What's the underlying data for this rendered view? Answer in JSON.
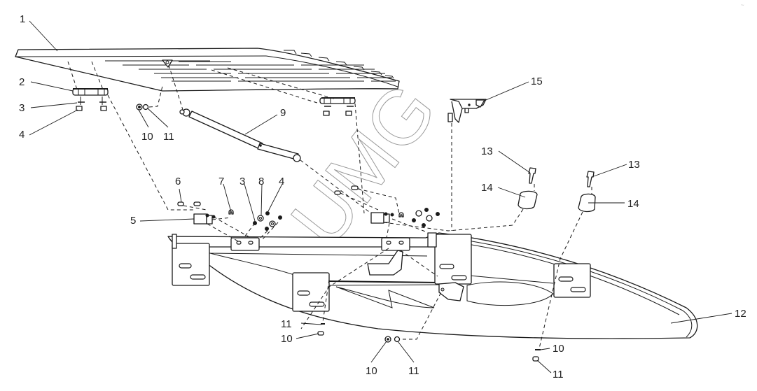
{
  "diagram": {
    "type": "exploded-parts-diagram",
    "subject": "roof hatch / sunroof assembly with gas strut and mounting hardware",
    "watermark": "UMG",
    "corner_mark": "~",
    "callouts": [
      {
        "id": "c1",
        "number": "1",
        "part": "roof-panel"
      },
      {
        "id": "c2",
        "number": "2",
        "part": "hinge-left"
      },
      {
        "id": "c3a",
        "number": "3",
        "part": "washer"
      },
      {
        "id": "c4a",
        "number": "4",
        "part": "nut"
      },
      {
        "id": "c10a",
        "number": "10",
        "part": "nut"
      },
      {
        "id": "c11a",
        "number": "11",
        "part": "washer"
      },
      {
        "id": "c9",
        "number": "9",
        "part": "gas-strut"
      },
      {
        "id": "c15",
        "number": "15",
        "part": "latch-handle"
      },
      {
        "id": "c13a",
        "number": "13",
        "part": "bolt"
      },
      {
        "id": "c13b",
        "number": "13",
        "part": "bolt"
      },
      {
        "id": "c14a",
        "number": "14",
        "part": "rubber-bumper"
      },
      {
        "id": "c14b",
        "number": "14",
        "part": "rubber-bumper"
      },
      {
        "id": "c6",
        "number": "6",
        "part": "screw"
      },
      {
        "id": "c7",
        "number": "7",
        "part": "clip"
      },
      {
        "id": "c3b",
        "number": "3",
        "part": "washer"
      },
      {
        "id": "c8",
        "number": "8",
        "part": "lock-washer"
      },
      {
        "id": "c4b",
        "number": "4",
        "part": "nut"
      },
      {
        "id": "c5",
        "number": "5",
        "part": "hinge-bracket"
      },
      {
        "id": "c11b",
        "number": "11",
        "part": "washer"
      },
      {
        "id": "c10b",
        "number": "10",
        "part": "nut"
      },
      {
        "id": "c10c",
        "number": "10",
        "part": "nut"
      },
      {
        "id": "c11c",
        "number": "11",
        "part": "washer"
      },
      {
        "id": "c12",
        "number": "12",
        "part": "frame-assembly"
      },
      {
        "id": "c10d",
        "number": "10",
        "part": "nut"
      },
      {
        "id": "c11d",
        "number": "11",
        "part": "washer"
      }
    ]
  }
}
